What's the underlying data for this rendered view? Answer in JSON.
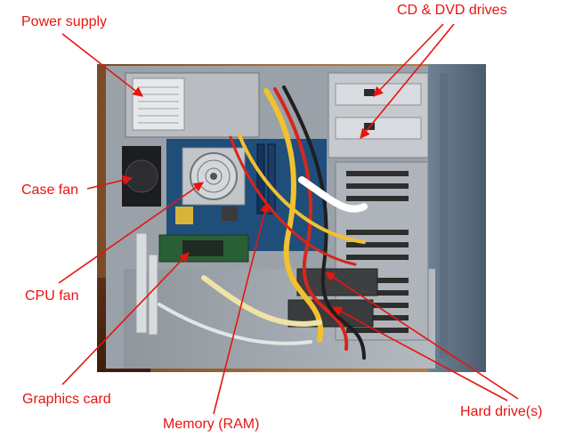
{
  "labels": {
    "power_supply": "Power supply",
    "cd_dvd_drives": "CD & DVD drives",
    "case_fan": "Case fan",
    "cpu_fan": "CPU fan",
    "graphics_card": "Graphics card",
    "memory": "Memory (RAM)",
    "hard_drives": "Hard drive(s)"
  },
  "colors": {
    "label_text": "#e8140f",
    "leader_line": "#e8140f"
  }
}
